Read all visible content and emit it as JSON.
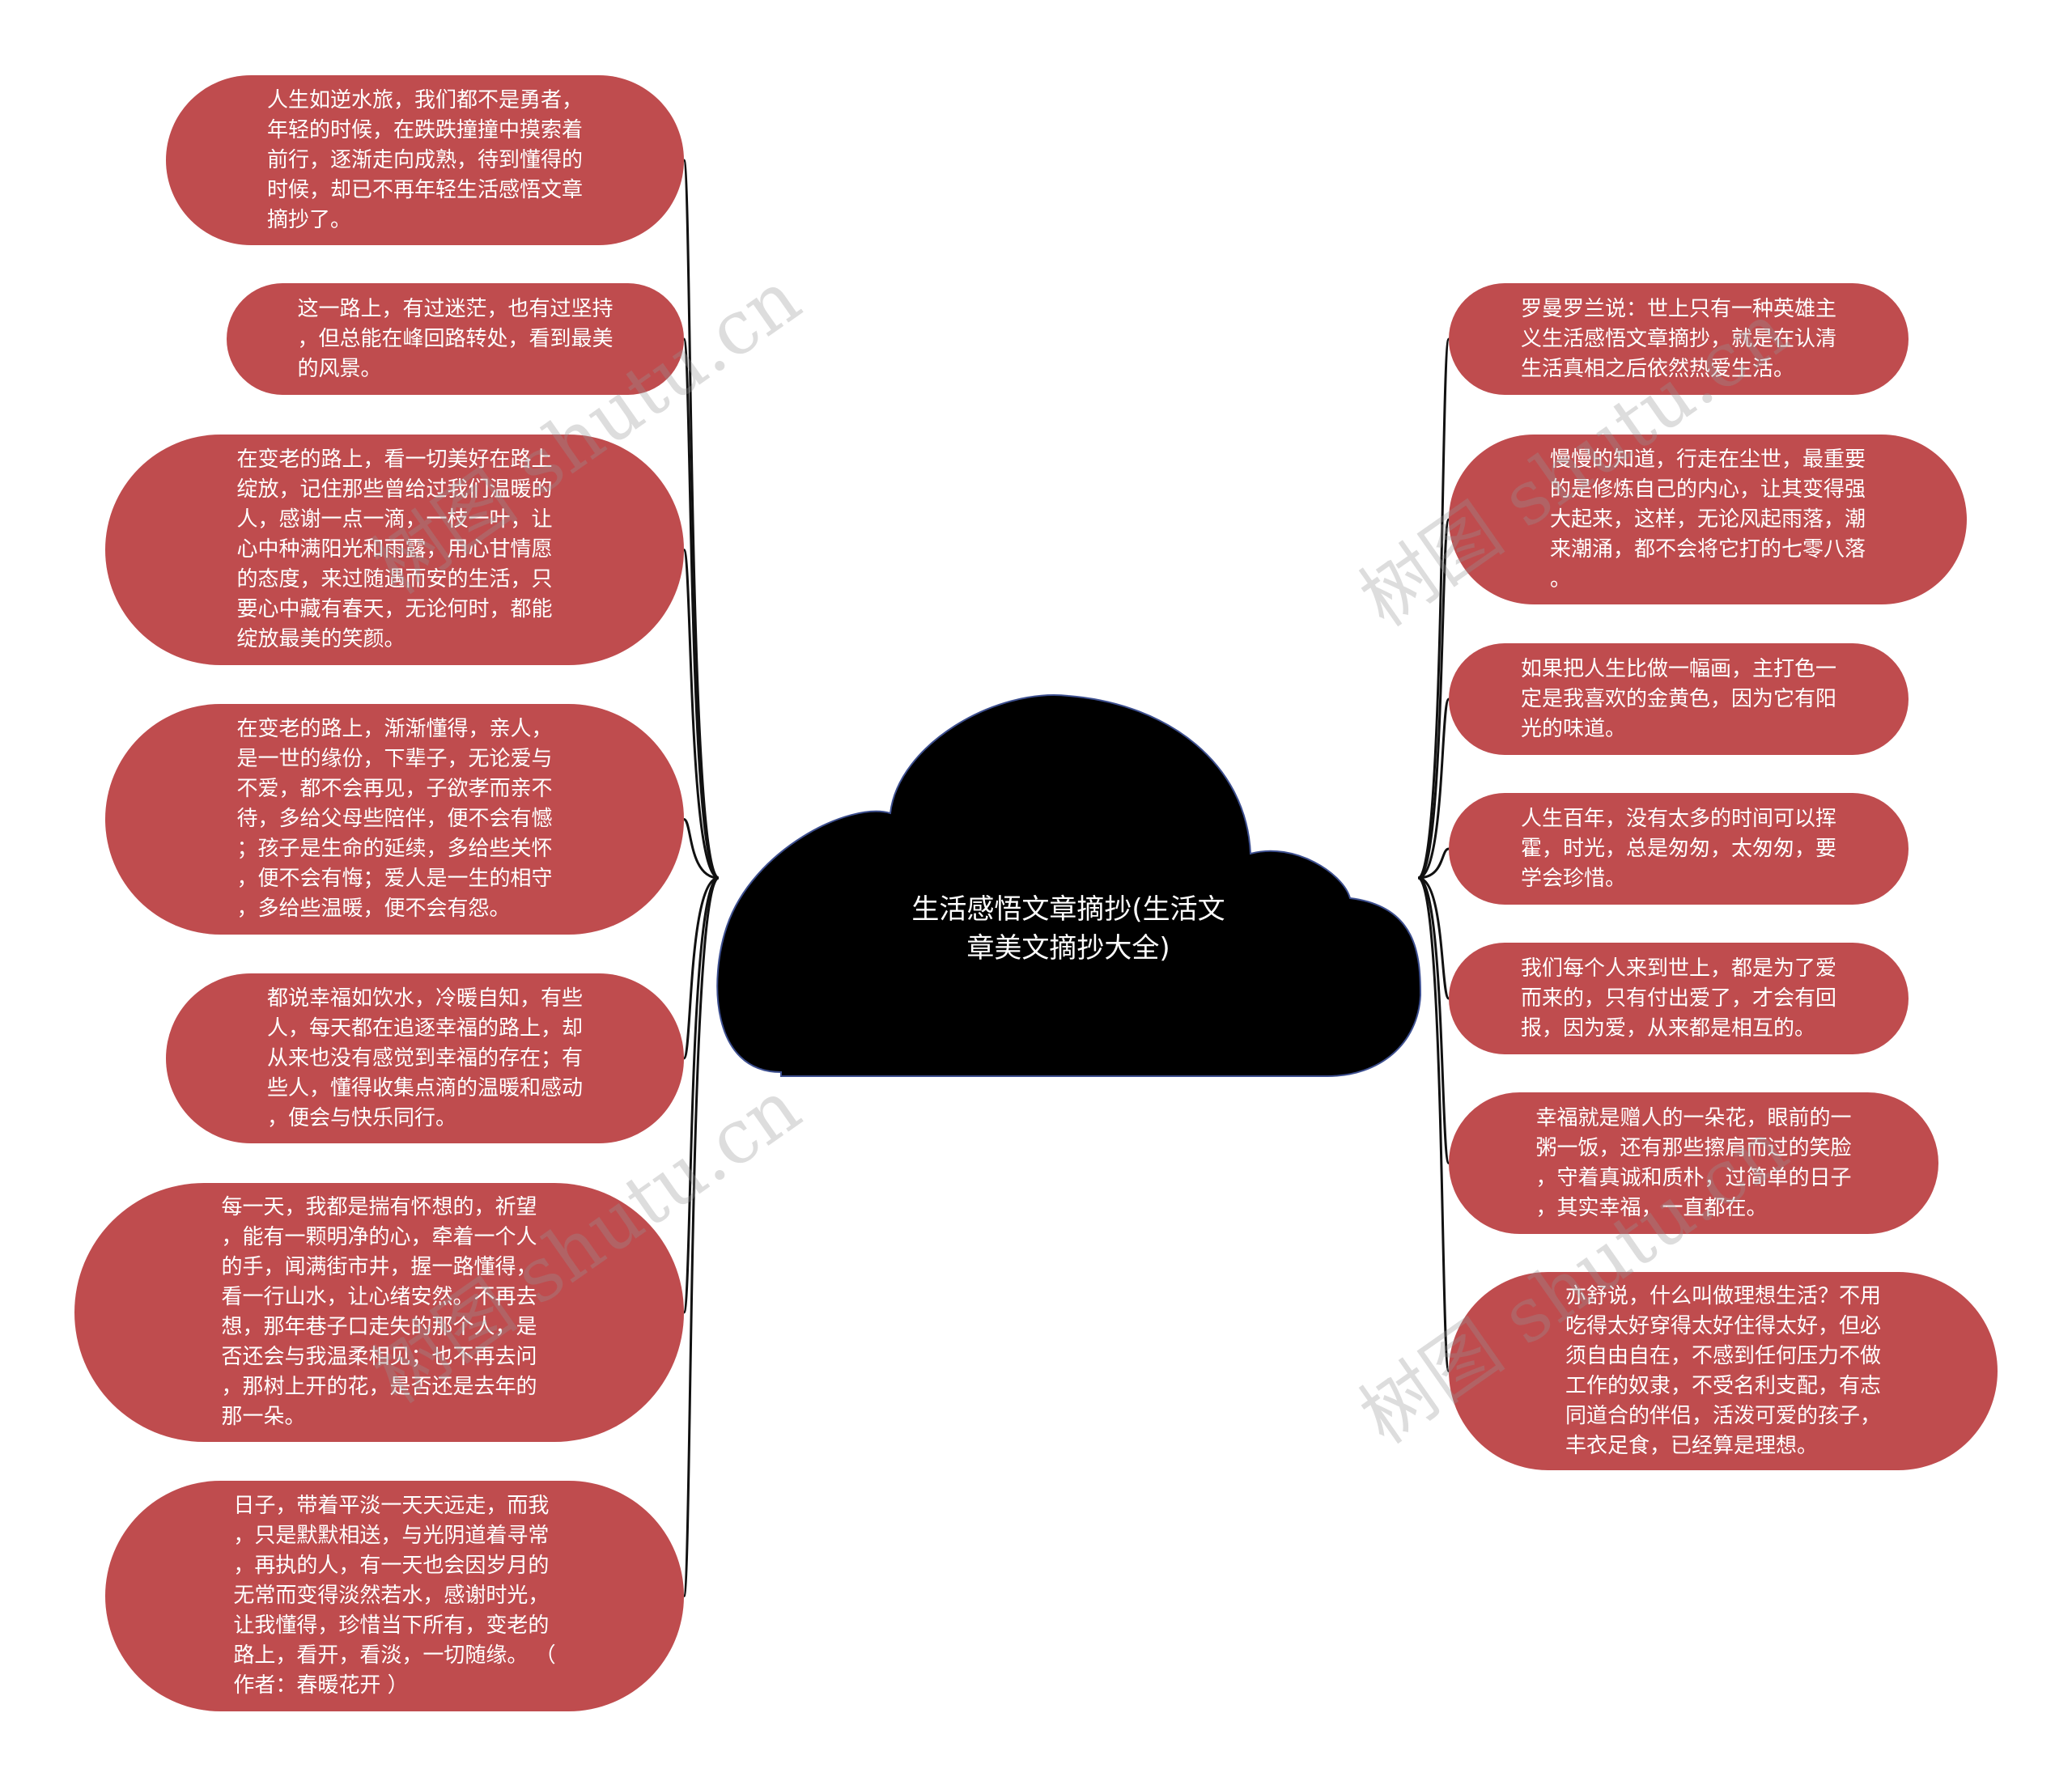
{
  "root": {
    "text": "生活感悟文章摘抄(生活文\n章美文摘抄大全)",
    "fill": "#000000",
    "stroke": "#3d4f8f"
  },
  "colors": {
    "node": "#bf4c4e",
    "node_text": "#ffffff",
    "connector": "#111111"
  },
  "left_nodes": [
    "人生如逆水旅，我们都不是勇者，\n年轻的时候，在跌跌撞撞中摸索着\n前行，逐渐走向成熟，待到懂得的\n时候，却已不再年轻生活感悟文章\n摘抄了。",
    "这一路上，有过迷茫，也有过坚持\n，但总能在峰回路转处，看到最美\n的风景。",
    "在变老的路上，看一切美好在路上\n绽放，记住那些曾给过我们温暖的\n人，感谢一点一滴，一枝一叶，让\n心中种满阳光和雨露，用心甘情愿\n的态度，来过随遇而安的生活，只\n要心中藏有春天，无论何时，都能\n绽放最美的笑颜。",
    "在变老的路上，渐渐懂得，亲人，\n是一世的缘份，下辈子，无论爱与\n不爱，都不会再见，子欲孝而亲不\n待，多给父母些陪伴，便不会有憾\n；孩子是生命的延续，多给些关怀\n，便不会有悔；爱人是一生的相守\n，多给些温暖，便不会有怨。",
    "都说幸福如饮水，冷暖自知，有些\n人，每天都在追逐幸福的路上，却\n从来也没有感觉到幸福的存在；有\n些人，懂得收集点滴的温暖和感动\n，便会与快乐同行。",
    "每一天，我都是揣有怀想的，祈望\n，能有一颗明净的心，牵着一个人\n的手，闻满街市井，握一路懂得，\n看一行山水，让心绪安然。不再去\n想，那年巷子口走失的那个人，是\n否还会与我温柔相见；也不再去问\n，那树上开的花，是否还是去年的\n那一朵。",
    "日子，带着平淡一天天远走，而我\n，只是默默相送，与光阴道着寻常\n，再执的人，有一天也会因岁月的\n无常而变得淡然若水，感谢时光，\n让我懂得，珍惜当下所有，变老的\n路上，看开，看淡，一切随缘。 （\n作者：春暖花开 ）"
  ],
  "right_nodes": [
    "罗曼罗兰说：世上只有一种英雄主\n义生活感悟文章摘抄，就是在认清\n生活真相之后依然热爱生活。",
    "慢慢的知道，行走在尘世，最重要\n的是修炼自己的内心，让其变得强\n大起来，这样，无论风起雨落，潮\n来潮涌，都不会将它打的七零八落\n。",
    "如果把人生比做一幅画，主打色一\n定是我喜欢的金黄色，因为它有阳\n光的味道。",
    "人生百年，没有太多的时间可以挥\n霍，时光，总是匆匆，太匆匆，要\n学会珍惜。",
    "我们每个人来到世上，都是为了爱\n而来的，只有付出爱了，才会有回\n报，因为爱，从来都是相互的。",
    "幸福就是赠人的一朵花，眼前的一\n粥一饭，还有那些擦肩而过的笑脸\n，守着真诚和质朴，过简单的日子\n，其实幸福，一直都在。",
    "亦舒说，什么叫做理想生活？不用\n吃得太好穿得太好住得太好，但必\n须自由自在，不感到任何压力不做\n工作的奴隶，不受名利支配，有志\n同道合的伴侣，活泼可爱的孩子，\n丰衣足食，已经算是理想。"
  ],
  "watermarks": [
    "树图 shutu.cn",
    "树图 shutu.cn",
    "树图 shutu.cn",
    "树图 shutu.cn"
  ]
}
